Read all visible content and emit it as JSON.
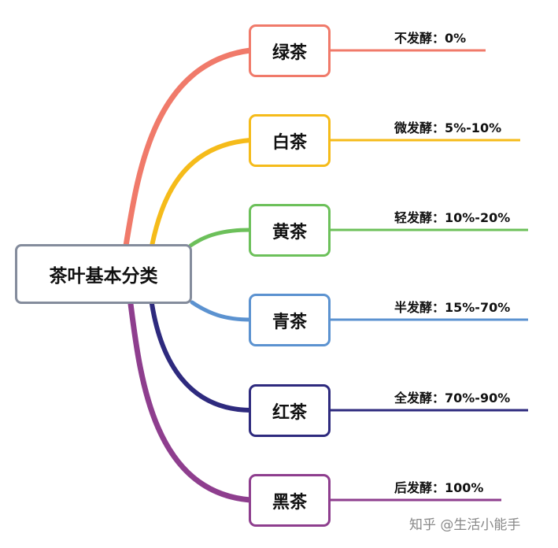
{
  "root": {
    "label": "茶叶基本分类"
  },
  "branches": [
    {
      "name": "绿茶",
      "note": "不发酵：0%",
      "color": "#f07a6a"
    },
    {
      "name": "白茶",
      "note": "微发酵：5%-10%",
      "color": "#f5bb1a"
    },
    {
      "name": "黄茶",
      "note": "轻发酵：10%-20%",
      "color": "#6cc05a"
    },
    {
      "name": "青茶",
      "note": "半发酵：15%-70%",
      "color": "#5b92d0"
    },
    {
      "name": "红茶",
      "note": "全发酵：70%-90%",
      "color": "#2e2a7e"
    },
    {
      "name": "黑茶",
      "note": "后发酵：100%",
      "color": "#8e3e8e"
    }
  ],
  "root_color": "#848c9c",
  "watermark": "知乎 @生活小能手"
}
